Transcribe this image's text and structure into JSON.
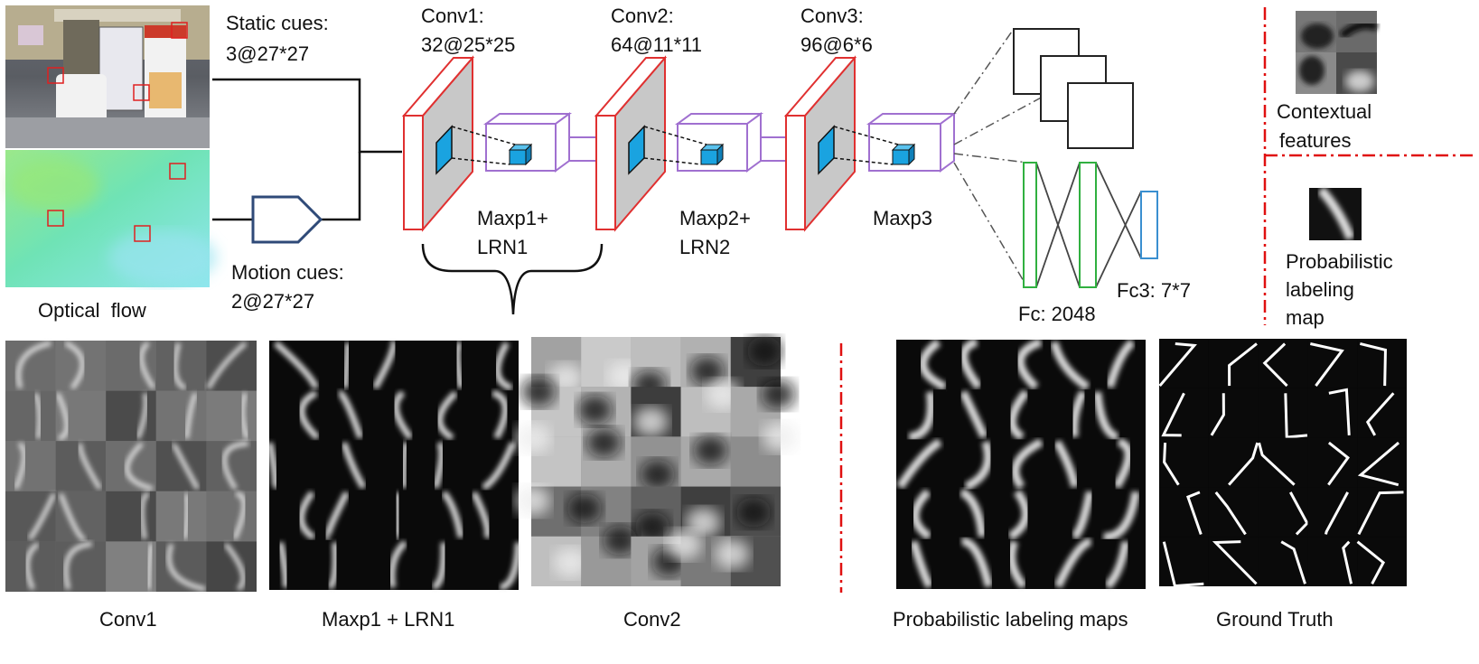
{
  "labels": {
    "static_cues": "Static cues:",
    "static_cues_dim": "3@27*27",
    "motion_cues": "Motion cues:",
    "motion_cues_dim": "2@27*27",
    "optical_flow": "Optical  flow",
    "conv1": "Conv1:",
    "conv1_dim": "32@25*25",
    "conv2": "Conv2:",
    "conv2_dim": "64@11*11",
    "conv3": "Conv3:",
    "conv3_dim": "96@6*6",
    "maxp1_a": "Maxp1+",
    "maxp1_b": "LRN1",
    "maxp2_a": "Maxp2+",
    "maxp2_b": "LRN2",
    "maxp3": "Maxp3",
    "fc": "Fc: 2048",
    "fc3": "Fc3: 7*7",
    "contextual_a": "Contextual",
    "contextual_b": "features",
    "prob_a": "Probabilistic",
    "prob_b": "labeling",
    "prob_c": "map",
    "bottom_conv1": "Conv1",
    "bottom_maxp1": "Maxp1 + LRN1",
    "bottom_conv2": "Conv2",
    "bottom_prob_maps": "Probabilistic labeling maps",
    "bottom_ground_truth": "Ground Truth"
  },
  "colors": {
    "conv_edge": "#e03030",
    "conv_face": "#c8c8c8",
    "kernel": "#1aa3e0",
    "pool": "#a070d0",
    "fc": "#30b040",
    "fc3": "#3a8fd0",
    "divider": "#e01010",
    "motion_arrow": "#2f4a78"
  }
}
